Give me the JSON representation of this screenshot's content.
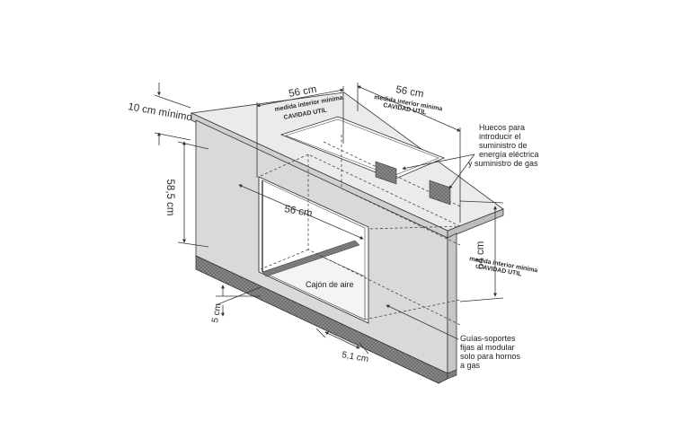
{
  "labels": {
    "min_height": "10 cm mínimo",
    "width_top_left": "56 cm",
    "interior_left_line1": "medida interior mínima",
    "interior_left_line2": "CAVIDAD UTIL",
    "width_top_right": "56 cm",
    "interior_right_line1": "medida interior mínima",
    "interior_right_line2": "CAVIDAD UTIL",
    "height_side": "58,5 cm",
    "width_cavity": "56 cm",
    "depth_right": "64 cm",
    "depth_right_line1": "medida interior mínima",
    "depth_right_line2": "CAVIDAD UTIL",
    "air_drawer": "Cajón de aire",
    "bottom_gap": "5 cm",
    "rail_offset": "5,1 cm"
  },
  "notes": {
    "huecos": [
      "Huecos para",
      "introducir el",
      "suministro de",
      "energía eléctrica",
      "y suministro de gas"
    ],
    "guias": [
      "Guías-soportes",
      "fijas al modular",
      "solo para hornos",
      "a gas"
    ]
  },
  "colors": {
    "cabinet_face": "#d9d9d9",
    "cabinet_top": "#e8e8e8",
    "plinth": "#8a8a8a",
    "hole_pattern": "#555555"
  }
}
